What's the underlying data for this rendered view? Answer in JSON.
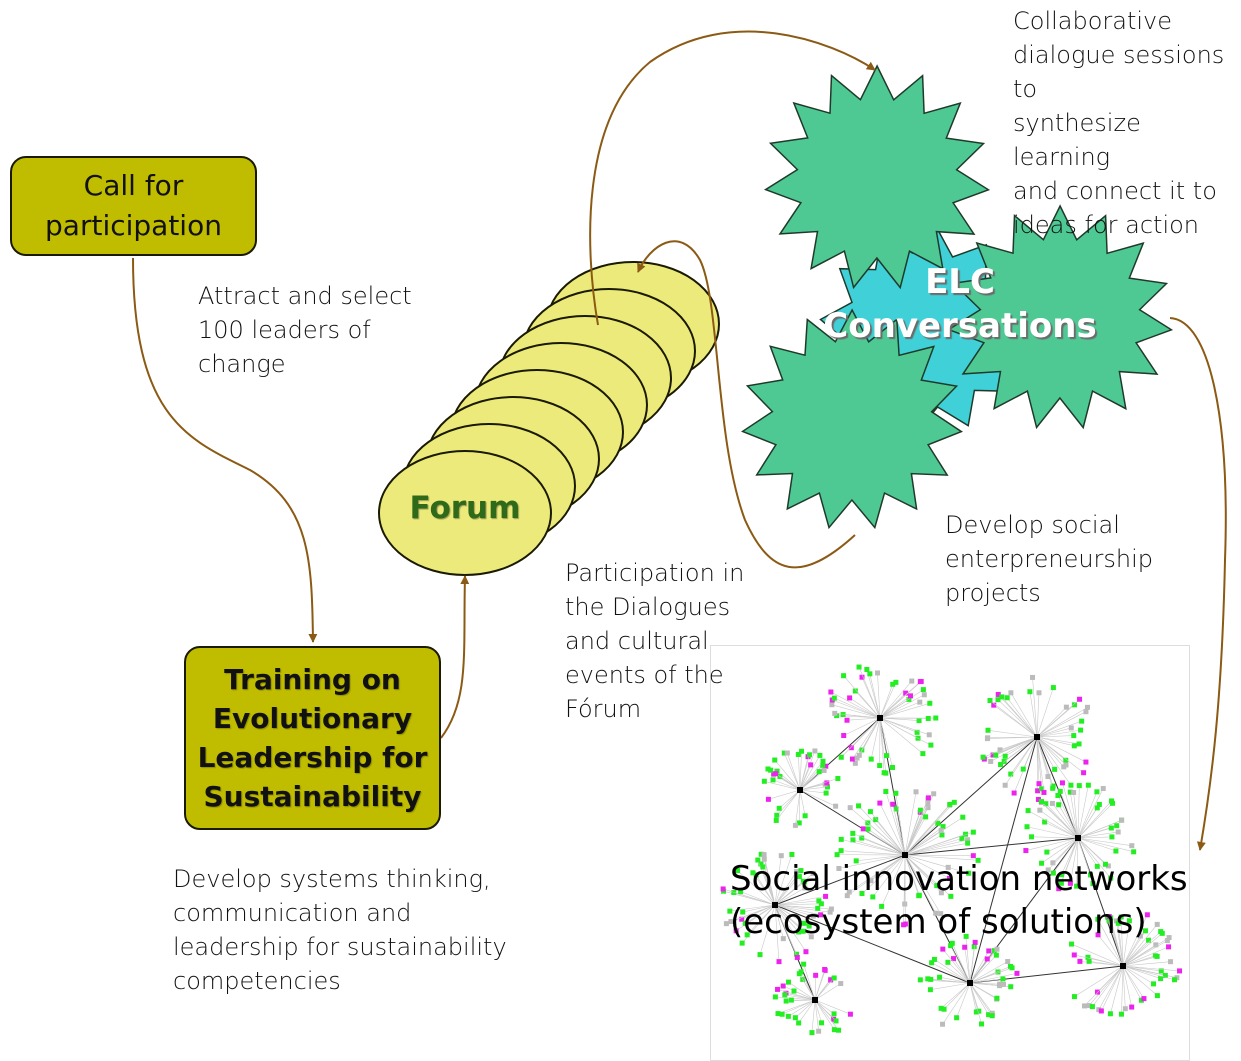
{
  "nodes": {
    "call_for_participation": "Call for\nparticipation",
    "training": "Training on\nEvolutionary\nLeadership for\nSustainability",
    "forum": "Forum",
    "elc_conversations": "ELC\nConversations",
    "social_networks": "Social innovation networks\n(ecosystem of solutions)"
  },
  "notes": {
    "attract": "Attract and select\n100 leaders of\nchange",
    "develop_systems": "Develop systems thinking,\ncommunication and\nleadership for sustainability\ncompetencies",
    "participation": "Participation in\nthe Dialogues\nand cultural\nevents of the\nFórum",
    "collaborative": "Collaborative\ndialogue sessions to\nsynthesize learning\nand connect it to\nideas for action",
    "develop_social": "Develop social\nenterpreneurship\nprojects"
  },
  "colors": {
    "box_fill": "#c0bd00",
    "forum_fill": "#ecea7a",
    "star_green": "#4fc994",
    "star_cyan": "#3fd0d8",
    "arrow": "#8b5a14",
    "net_green": "#22ee22",
    "net_magenta": "#ee22ee",
    "net_gray": "#bbbbbb"
  },
  "icons": {
    "arrowhead": "triangle-arrowhead",
    "star": "starburst-shape",
    "network": "network-graph-image"
  }
}
